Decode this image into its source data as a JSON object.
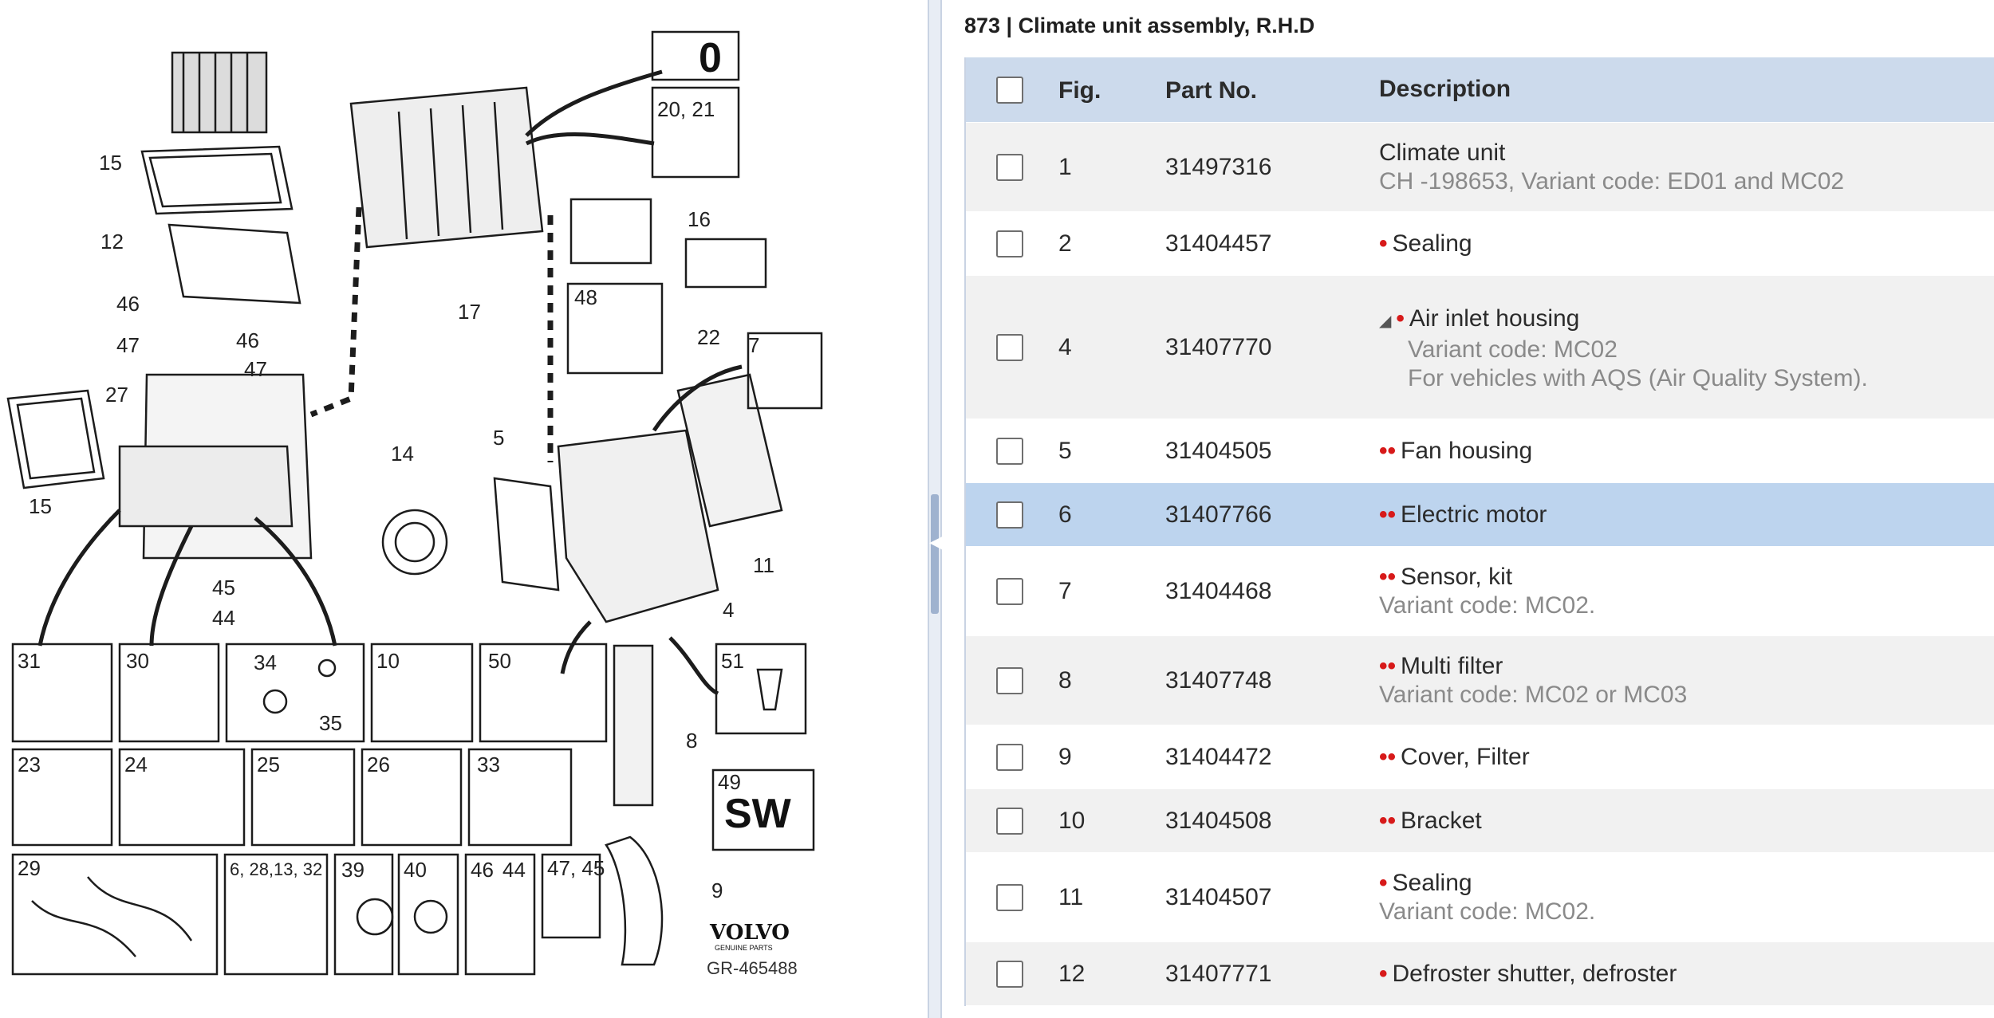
{
  "panel": {
    "title": "873  |  Climate unit assembly, R.H.D",
    "headers": {
      "fig": "Fig.",
      "part_no": "Part No.",
      "description": "Description"
    },
    "rows": [
      {
        "fig": "1",
        "part_no": "31497316",
        "marker": "",
        "description": "Climate unit",
        "notes": [
          "CH -198653, Variant code: ED01 and MC02"
        ],
        "selected": false
      },
      {
        "fig": "2",
        "part_no": "31404457",
        "marker": "•",
        "description": "Sealing",
        "notes": [],
        "selected": false
      },
      {
        "fig": "4",
        "part_no": "31407770",
        "marker": "•",
        "description": "Air inlet housing",
        "notes": [
          "Variant code: MC02",
          "For vehicles with AQS (Air Quality System)."
        ],
        "expand": "◢",
        "selected": false
      },
      {
        "fig": "5",
        "part_no": "31404505",
        "marker": "••",
        "description": "Fan housing",
        "notes": [],
        "selected": false
      },
      {
        "fig": "6",
        "part_no": "31407766",
        "marker": "••",
        "description": "Electric motor",
        "notes": [],
        "selected": true
      },
      {
        "fig": "7",
        "part_no": "31404468",
        "marker": "••",
        "description": "Sensor, kit",
        "notes": [
          "Variant code: MC02."
        ],
        "selected": false
      },
      {
        "fig": "8",
        "part_no": "31407748",
        "marker": "••",
        "description": "Multi filter",
        "notes": [
          "Variant code: MC02 or MC03"
        ],
        "selected": false
      },
      {
        "fig": "9",
        "part_no": "31404472",
        "marker": "••",
        "description": "Cover, Filter",
        "notes": [],
        "selected": false
      },
      {
        "fig": "10",
        "part_no": "31404508",
        "marker": "••",
        "description": "Bracket",
        "notes": [],
        "selected": false
      },
      {
        "fig": "11",
        "part_no": "31404507",
        "marker": "•",
        "description": "Sealing",
        "notes": [
          "Variant code: MC02."
        ],
        "selected": false
      },
      {
        "fig": "12",
        "part_no": "31407771",
        "marker": "•",
        "description": "Defroster shutter, defroster",
        "notes": [],
        "selected": false
      }
    ]
  },
  "diagram": {
    "labels": [
      "15",
      "12",
      "46",
      "47",
      "46",
      "47",
      "27",
      "15",
      "17",
      "16",
      "22",
      "48",
      "7",
      "20, 21",
      "14",
      "5",
      "11",
      "45",
      "44",
      "4",
      "31",
      "30",
      "34",
      "35",
      "10",
      "50",
      "51",
      "8",
      "23",
      "24",
      "25",
      "26",
      "33",
      "49",
      "29",
      "6, 28,13, 32",
      "39",
      "40",
      "46",
      "44",
      "47, 45",
      "9"
    ],
    "box_sw": "SW",
    "brand": "VOLVO",
    "brand_sub": "GENUINE PARTS",
    "ref": "GR-465488",
    "top_box": "0"
  },
  "colors": {
    "header_bg": "#ccdaec",
    "selected_bg": "#bdd4ee",
    "marker": "#d71a1a",
    "odd_bg": "#f1f1f1"
  }
}
